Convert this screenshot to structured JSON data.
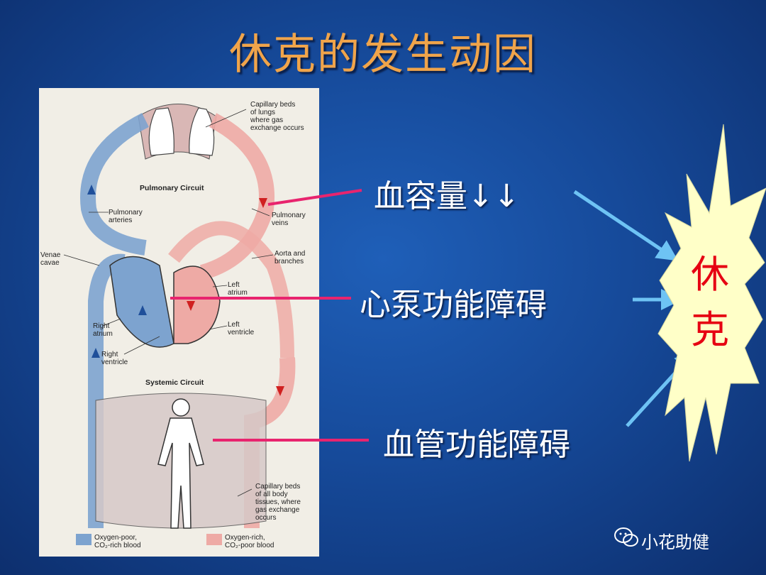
{
  "slide": {
    "title": "休克的发生动因",
    "causes": [
      {
        "text": "血容量↓↓"
      },
      {
        "text": "心泵功能障碍"
      },
      {
        "text": "血管功能障碍"
      }
    ],
    "result_line1": "休",
    "result_line2": "克",
    "watermark": "小花助健"
  },
  "diagram": {
    "labels": {
      "capillary_lungs": "Capillary beds\nof lungs\nwhere gas\nexchange occurs",
      "pulmonary_circuit": "Pulmonary Circuit",
      "pulmonary_arteries": "Pulmonary\narteries",
      "pulmonary_veins": "Pulmonary\nveins",
      "venae_cavae": "Venae\ncavae",
      "aorta": "Aorta and\nbranches",
      "left_atrium": "Left\natrium",
      "left_ventricle": "Left\nventricle",
      "right_atrium": "Right\natrium",
      "right_ventricle": "Right\nventricle",
      "systemic_circuit": "Systemic Circuit",
      "capillary_body": "Capillary beds\nof all body\ntissues, where\ngas exchange\noccurs",
      "legend_poor": "Oxygen-poor,\nCO₂-rich blood",
      "legend_rich": "Oxygen-rich,\nCO₂-poor blood"
    }
  },
  "colors": {
    "title": "#f0a44a",
    "pointer_lines": "#e8246e",
    "arrows": "#6ec3f4",
    "burst_fill": "#ffffc8",
    "burst_text": "#e60012",
    "blue_blood": "#7da3cf",
    "red_blood": "#eeaaa5"
  }
}
